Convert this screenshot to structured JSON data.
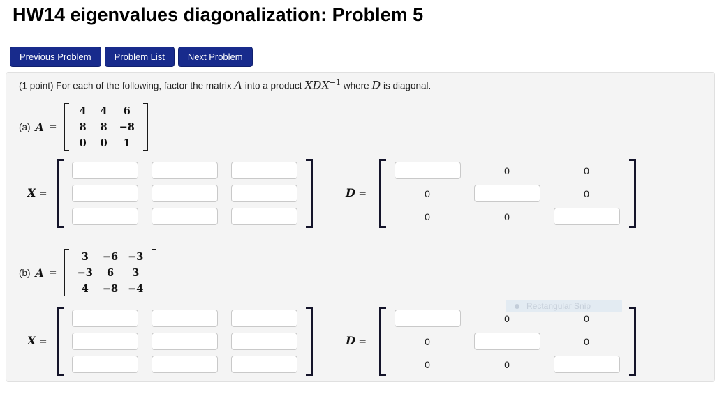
{
  "page": {
    "title": "HW14 eigenvalues diagonalization: Problem 5"
  },
  "nav": {
    "previous": "Previous Problem",
    "problem_list": "Problem List",
    "next": "Next Problem"
  },
  "statement": {
    "p1": "(1 point) For each of the following, factor the matrix ",
    "A": "A",
    "p2": " into a product ",
    "XDX": "XDX",
    "exp": "−1",
    "p3": " where ",
    "D": "D",
    "p4": " is diagonal."
  },
  "labels": {
    "X": "X",
    "D": "D",
    "A": "A",
    "eq": "="
  },
  "part_a": {
    "tag": "(a)",
    "matrix": [
      [
        "4",
        "4",
        "6"
      ],
      [
        "8",
        "8",
        "−8"
      ],
      [
        "0",
        "0",
        "1"
      ]
    ]
  },
  "part_b": {
    "tag": "(b)",
    "matrix": [
      [
        "3",
        "−6",
        "−3"
      ],
      [
        "−3",
        "6",
        "3"
      ],
      [
        "4",
        "−8",
        "−4"
      ]
    ]
  },
  "shared": {
    "zero": "0"
  },
  "snip": {
    "label": "Rectangular Snip"
  },
  "colors": {
    "button_bg": "#182b8c",
    "panel_bg": "#f4f4f4",
    "bracket": "#14142a",
    "title_text": "#000000"
  }
}
